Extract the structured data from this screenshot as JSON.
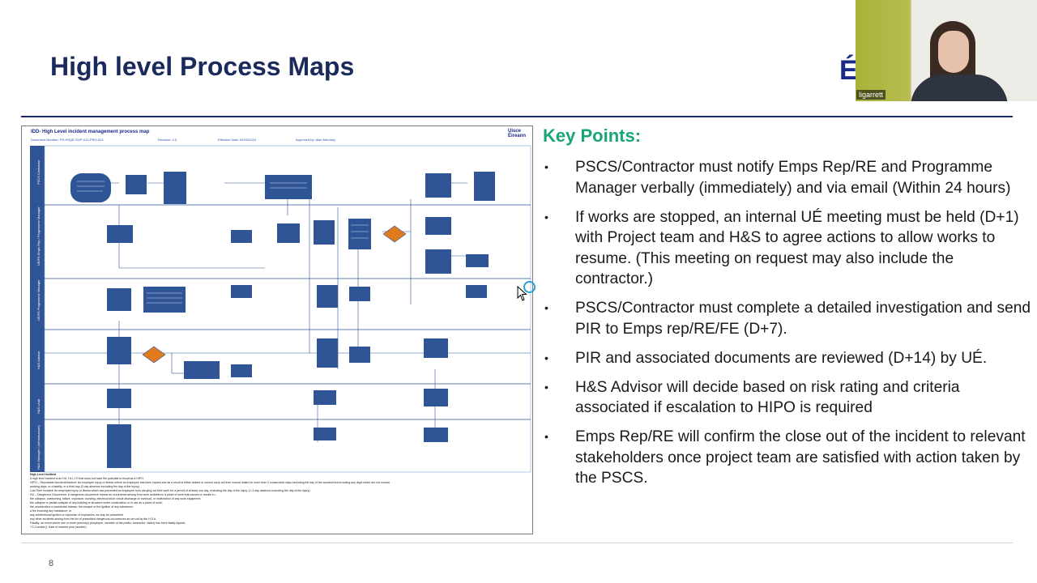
{
  "slide": {
    "title": "High level Process Maps",
    "brand_fragment": "É",
    "page_number": "8"
  },
  "webcam": {
    "participant_name": "ligarrett"
  },
  "process_map": {
    "title": "IDD- High Level incident management process map",
    "document_number": "Document Number: PS-HSQE-SOP-014-PRO-024",
    "revision": "Revision: 4.0",
    "effective_date": "Effective Date: 04/02/2024",
    "approved_by": "Approved by: Alan Morrisey",
    "logo_line1": "Uisce",
    "logo_line2": "Éireann",
    "lanes": [
      "PSCS Contractor",
      "UE/FE Emps Rep / Programme Manager",
      "UE/FE Programme Manager",
      "H&S Advisor",
      "H&S Lead",
      "H&S Manager / (Infrastructure)"
    ],
    "notes_heading": "High Level Incident",
    "notes": [
      "A high level incident is an HU, HLI, LTI that does not have the potential to result as a HIPO.",
      "HIPO – Reportable Accident/Incident: An employee injury or illness where an employee has been injured and as a result is either absent or cannot carry out their normal duties for more than 3 consecutive days excluding the day of the accident but including any days which are not normal",
      "working days, or a fatality, or a third day (3 day absence excluding the day of the injury).",
      "Lost Time Incident: An employee injury or illness which has prevented an employee from carrying out their work for a period of at least one day, excluding the day of the injury. (1-3 day absence excluding the day of the injury).",
      "HU – Dangerous Occurrence: A dangerous occurrence means an occurrence arising from work activities in a place of work that causes or results in –",
      "the collapse, overturning, failure, explosion, bursting, electrical short circuit discharge or overload, or malfunction of any work equipment;",
      "the collapse or partial collapse of any building or structure under construction or in use as a place of work;",
      "the uncontrolled or accidental release, the escape or the ignition of any substance;",
      "a fire involving any substance; or",
      "any unintentional ignition or explosion of explosives, as may be prescribed.",
      "any other incidents arising from the list of prescribed dangerous occurrences as set out by the H.S.A.",
      "Fatality: an event where one or more person(s) (employee, member of the public, contractor, visitor) has been fatally injured.",
      "* D-Counter(): Date of incident plus (number)"
    ]
  },
  "key_points": {
    "heading": "Key Points:",
    "bullet_glyph": "•",
    "items": [
      "PSCS/Contractor must notify Emps Rep/RE and Programme Manager verbally (immediately) and via email (Within 24 hours)",
      "If works are stopped, an internal UÉ meeting must be held (D+1) with Project team and H&S to agree actions to allow works to resume.  (This meeting on request may also include the contractor.)",
      "PSCS/Contractor must complete a detailed investigation and send PIR to Emps rep/RE/FE (D+7).",
      "PIR and associated documents are reviewed (D+14) by UÉ.",
      "H&S Advisor will decide based on risk rating and criteria associated if escalation to HIPO is required",
      "Emps Rep/RE will confirm the close out of the incident to relevant stakeholders once project team are satisfied with action taken by the PSCS."
    ]
  },
  "colors": {
    "title": "#1b2a5c",
    "key_heading": "#19a57a",
    "map_box": "#2f5597",
    "map_lane_header": "#2f5597",
    "decision": "#e07a1f"
  }
}
